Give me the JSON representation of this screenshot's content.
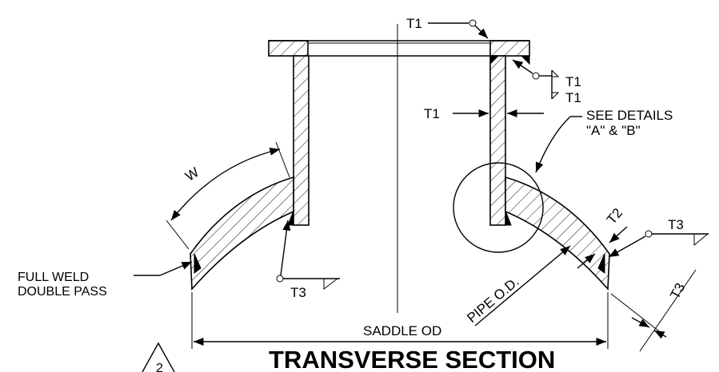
{
  "title": "TRANSVERSE SECTION",
  "labels": {
    "t1_top": "T1",
    "t1_weld_upper": "T1",
    "t1_weld_lower": "T1",
    "t1_wall": "T1",
    "t2": "T2",
    "t3_right_symbol": "T3",
    "t3_right_dim": "T3",
    "t3_left_symbol": "T3",
    "w_dim": "W",
    "see_details_line1": "SEE DETAILS",
    "see_details_line2": "\"A\" & \"B\"",
    "full_weld_line1": "FULL WELD",
    "full_weld_line2": "DOUBLE PASS",
    "pipe_od": "PIPE O.D.",
    "saddle_od": "SADDLE OD"
  },
  "colors": {
    "ink": "#000000",
    "background": "#ffffff"
  }
}
